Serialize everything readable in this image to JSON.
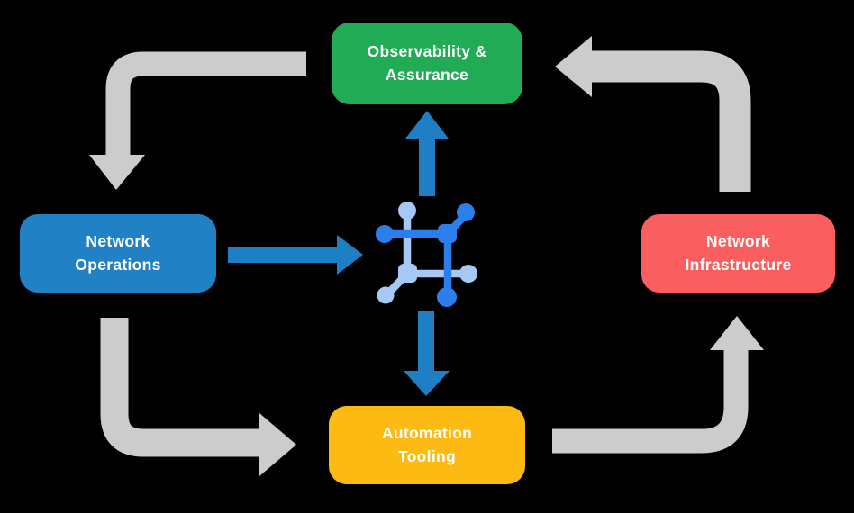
{
  "diagram": {
    "nodes": [
      {
        "id": "observability-assurance",
        "label": "Observability &\nAssurance"
      },
      {
        "id": "network-operations",
        "label": "Network\nOperations"
      },
      {
        "id": "network-infrastructure",
        "label": "Network\nInfrastructure"
      },
      {
        "id": "automation-tooling",
        "label": "Automation\nTooling"
      }
    ],
    "center_icon": "network-automation-icon",
    "edges": [
      {
        "from": "observability-assurance",
        "to": "network-operations",
        "style": "gray-cycle"
      },
      {
        "from": "network-operations",
        "to": "automation-tooling",
        "style": "gray-cycle"
      },
      {
        "from": "automation-tooling",
        "to": "network-infrastructure",
        "style": "gray-cycle"
      },
      {
        "from": "network-infrastructure",
        "to": "observability-assurance",
        "style": "gray-cycle"
      },
      {
        "from": "network-operations",
        "to": "center-icon",
        "style": "blue"
      },
      {
        "from": "center-icon",
        "to": "observability-assurance",
        "style": "blue"
      },
      {
        "from": "center-icon",
        "to": "automation-tooling",
        "style": "blue"
      }
    ],
    "colors": {
      "background": "#000000",
      "text": "#ffffff",
      "node_green": "#21ab55",
      "node_blue": "#2181c5",
      "node_red": "#fb5e5e",
      "node_yellow": "#fdba12",
      "arrow_gray": "#cccccc",
      "arrow_blue": "#1f7fc4",
      "icon_dark_blue": "#2b7fec",
      "icon_light_blue": "#a6c8f4"
    }
  }
}
